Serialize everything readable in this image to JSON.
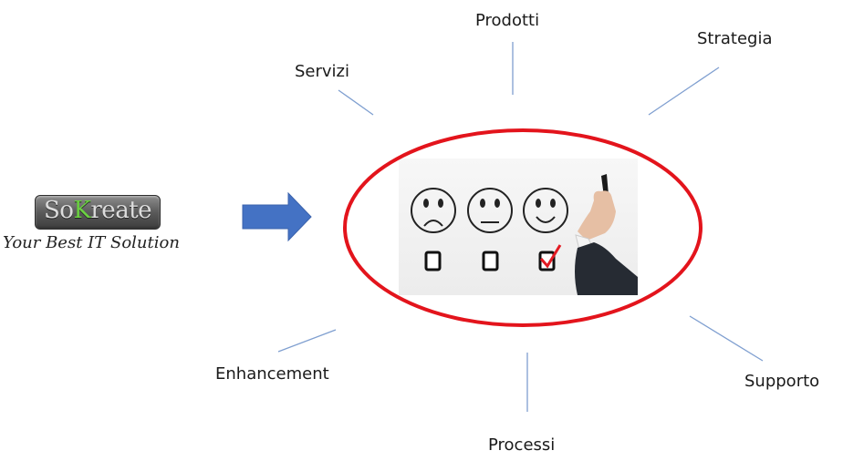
{
  "logo": {
    "prefix": "So",
    "initial": "K",
    "suffix": "reate",
    "tagline": "Your Best IT Solution"
  },
  "labels": {
    "prodotti": "Prodotti",
    "strategia": "Strategia",
    "servizi": "Servizi",
    "enhancement": "Enhancement",
    "processi": "Processi",
    "supporto": "Supporto"
  },
  "colors": {
    "arrow": "#4472c4",
    "ellipse": "#e3141c",
    "connector": "#7f9fd0",
    "checkmark": "#e31b23"
  },
  "icons": [
    "sad-face-icon",
    "neutral-face-icon",
    "happy-face-icon",
    "checkbox-icon",
    "checkmark-icon",
    "hand-with-pen-icon",
    "right-arrow-icon"
  ]
}
